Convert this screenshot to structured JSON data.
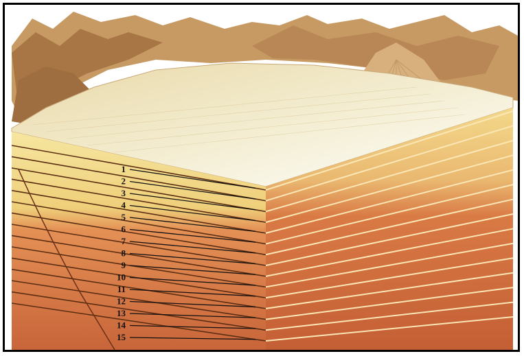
{
  "layer_labels": [
    "1",
    "2",
    "3",
    "4",
    "5",
    "6",
    "7",
    "8",
    "9",
    "10",
    "11",
    "12",
    "13",
    "14",
    "15"
  ],
  "colors": {
    "frame": "#000000",
    "sky": "#ffffff",
    "mountains": "#c79a63",
    "plain": "#f3ecc6",
    "layer_yellow": "#f4df88",
    "layer_orange": "#e08a4a",
    "layer_red": "#c9683a",
    "leader_line": "#111111"
  }
}
